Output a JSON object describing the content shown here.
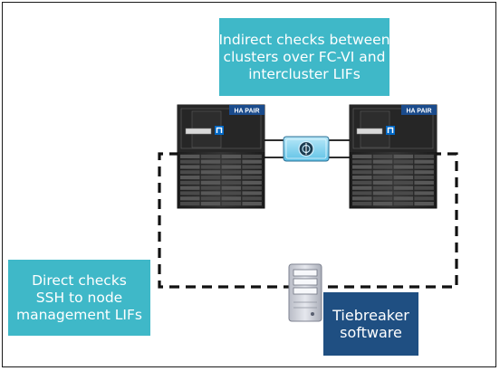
{
  "diagram": {
    "indirect_callout": {
      "lines": [
        "Indirect checks between",
        "clusters over FC-VI and",
        "intercluster LIFs"
      ],
      "color": "#3fb8c8"
    },
    "direct_callout": {
      "lines": [
        "Direct checks",
        "SSH to node",
        "management LIFs"
      ],
      "color": "#3fb8c8"
    },
    "tiebreaker_callout": {
      "lines": [
        "Tiebreaker",
        "software"
      ],
      "color": "#1f4f82"
    },
    "left_cluster": {
      "badge": "HA PAIR",
      "brand_icon": "netapp-logo-icon"
    },
    "right_cluster": {
      "badge": "HA PAIR",
      "brand_icon": "netapp-logo-icon"
    },
    "interconnect": {
      "icon": "fc-switch-icon",
      "color": "#7fd3ef"
    },
    "server": {
      "icon": "server-tower-icon"
    },
    "connection_style": "dashed"
  }
}
